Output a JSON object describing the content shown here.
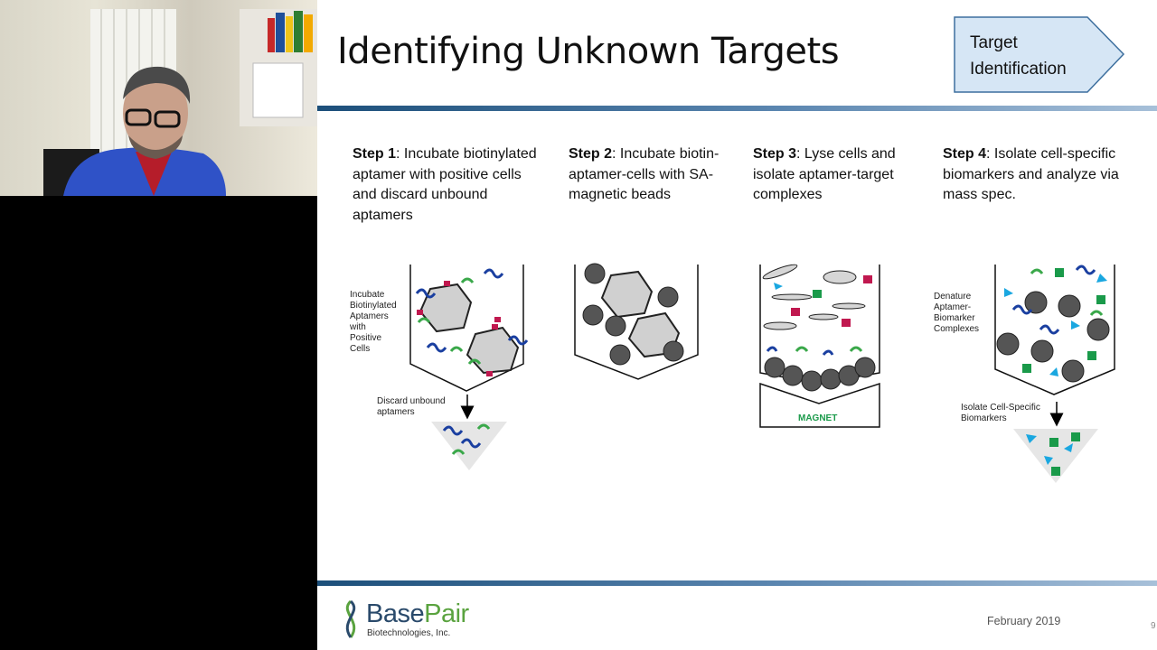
{
  "slide": {
    "title": "Identifying Unknown Targets",
    "badge": {
      "line1": "Target",
      "line2": "Identification"
    },
    "steps": [
      {
        "label": "Step 1",
        "text": ": Incubate biotinylated aptamer with positive cells and discard unbound aptamers"
      },
      {
        "label": "Step 2",
        "text": ": Incubate biotin-aptamer-cells with SA-magnetic beads"
      },
      {
        "label": "Step 3",
        "text": ": Lyse cells and isolate aptamer-target complexes"
      },
      {
        "label": "Step 4",
        "text": ": Isolate cell-specific biomarkers and analyze via mass spec."
      }
    ],
    "diagram_labels": {
      "incubate": [
        "Incubate",
        "Biotinylated",
        "Aptamers",
        "with",
        "Positive",
        "Cells"
      ],
      "discard": [
        "Discard unbound",
        "aptamers"
      ],
      "magnet": "MAGNET",
      "denature": [
        "Denature",
        "Aptamer-",
        "Biomarker",
        "Complexes"
      ],
      "isolate": [
        "Isolate Cell-Specific",
        "Biomarkers"
      ]
    },
    "footer": {
      "logo_base": "Base",
      "logo_pair": "Pair",
      "logo_sub": "Biotechnologies, Inc.",
      "date": "February  2019",
      "page": "9"
    }
  },
  "colors": {
    "accent_blue": "#1c4f7a",
    "badge_fill": "#d6e6f5",
    "badge_border": "#3d6f9e",
    "logo_green": "#5aa33f",
    "target_red": "#c0184f",
    "biomarker_green": "#1a9a4a",
    "triangle_cyan": "#1aa7e0"
  }
}
